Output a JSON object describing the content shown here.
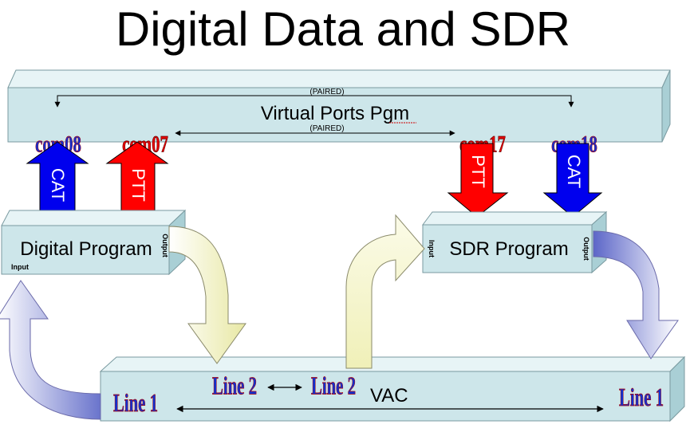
{
  "title": "Digital Data and SDR",
  "virtual_ports": {
    "label": "Virtual Ports Pgm",
    "paired_top": "(PAIRED)",
    "paired_mid": "(PAIRED)",
    "ports": [
      "com08",
      "com07",
      "com17",
      "com18"
    ]
  },
  "arrows": {
    "cat_left": "CAT",
    "ptt_left": "PTT",
    "ptt_right": "PTT",
    "cat_right": "CAT"
  },
  "digital_program": {
    "label": "Digital Program",
    "input": "Input",
    "output": "Output"
  },
  "sdr_program": {
    "label": "SDR Program",
    "input": "Input",
    "output": "Output"
  },
  "vac": {
    "label": "VAC",
    "line_left": "Line 1",
    "line2_a": "Line 2",
    "line2_b": "Line 2",
    "line_right": "Line 1"
  },
  "colors": {
    "box_front": "#cde6ea",
    "box_top": "#e7f4f6",
    "box_side": "#a9cfd5",
    "cat_blue": "#0000ee",
    "ptt_red": "#ff0000",
    "port_red": "#e30000",
    "port_blue": "#1030d0",
    "yellow_arrow": "#f4f4c6",
    "blue_arrow": "#8c94dc"
  }
}
